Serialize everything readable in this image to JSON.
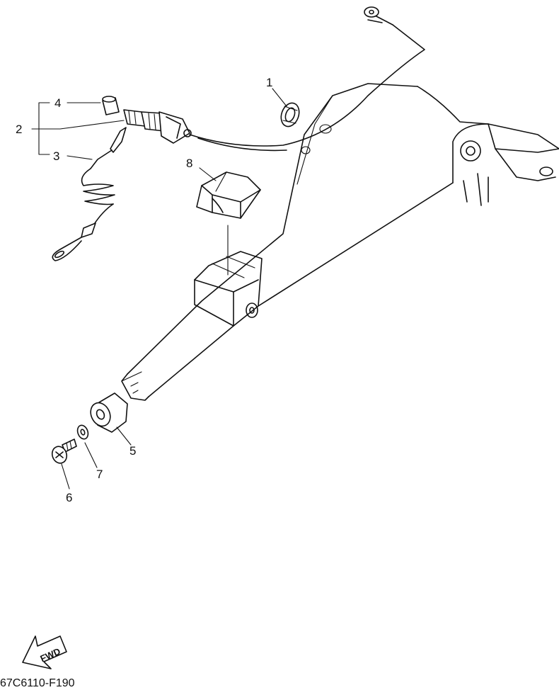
{
  "diagram": {
    "callouts": {
      "c1": "1",
      "c2": "2",
      "c3": "3",
      "c4": "4",
      "c5": "5",
      "c6": "6",
      "c7": "7",
      "c8": "8"
    },
    "fwd_label": "FWD",
    "code": "67C6110-F190"
  }
}
